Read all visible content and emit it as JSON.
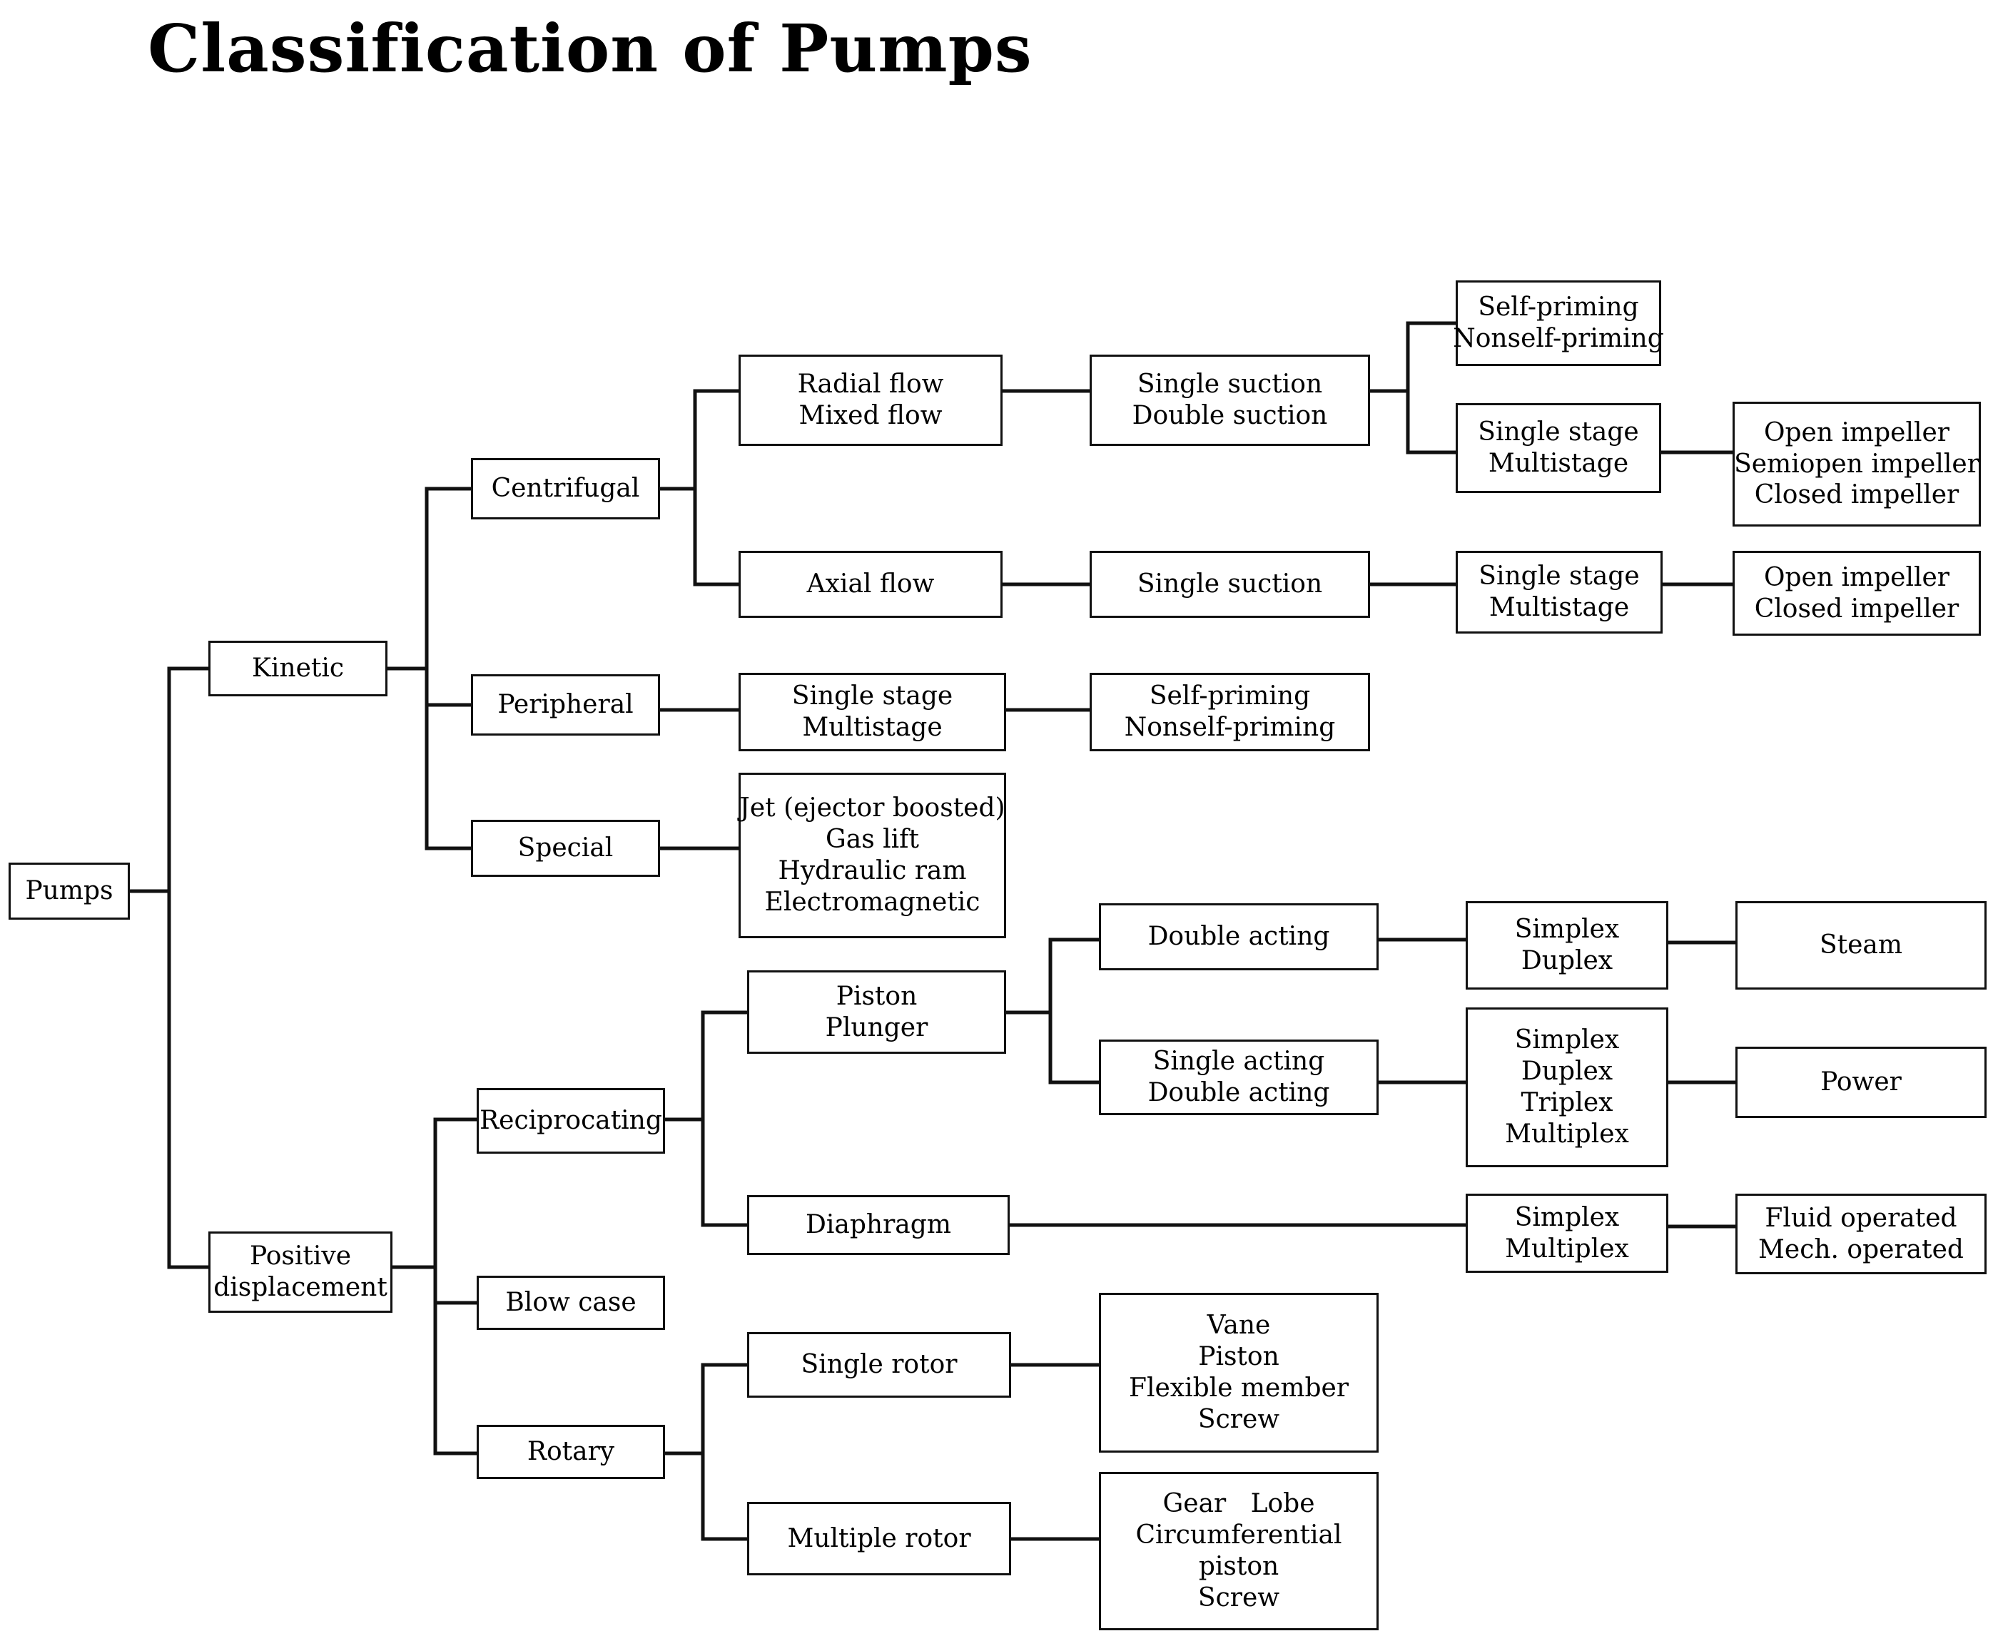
{
  "title": "Classification of Pumps",
  "nodes": {
    "pumps": [
      "Pumps"
    ],
    "kinetic": [
      "Kinetic"
    ],
    "positive_displacement": [
      "Positive",
      "displacement"
    ],
    "centrifugal": [
      "Centrifugal"
    ],
    "peripheral": [
      "Peripheral"
    ],
    "special": [
      "Special"
    ],
    "radial_mixed_flow": [
      "Radial flow",
      "Mixed flow"
    ],
    "axial_flow": [
      "Axial flow"
    ],
    "centrifugal_suction": [
      "Single suction",
      "Double suction"
    ],
    "axial_suction": [
      "Single suction"
    ],
    "priming_centrifugal": [
      "Self-priming",
      "Nonself-priming"
    ],
    "stage_centrifugal": [
      "Single stage",
      "Multistage"
    ],
    "impellers_centrifugal": [
      "Open impeller",
      "Semiopen impeller",
      "Closed impeller"
    ],
    "stage_axial": [
      "Single stage",
      "Multistage"
    ],
    "impellers_axial": [
      "Open impeller",
      "Closed impeller"
    ],
    "stage_peripheral": [
      "Single stage",
      "Multistage"
    ],
    "priming_peripheral": [
      "Self-priming",
      "Nonself-priming"
    ],
    "special_types": [
      "Jet (ejector boosted)",
      "Gas lift",
      "Hydraulic ram",
      "Electromagnetic"
    ],
    "reciprocating": [
      "Reciprocating"
    ],
    "blow_case": [
      "Blow case"
    ],
    "rotary": [
      "Rotary"
    ],
    "piston_plunger": [
      "Piston",
      "Plunger"
    ],
    "diaphragm": [
      "Diaphragm"
    ],
    "double_acting": [
      "Double acting"
    ],
    "single_double_acting": [
      "Single acting",
      "Double acting"
    ],
    "simplex_duplex": [
      "Simplex",
      "Duplex"
    ],
    "simplex_multi": [
      "Simplex",
      "Duplex",
      "Triplex",
      "Multiplex"
    ],
    "steam": [
      "Steam"
    ],
    "power": [
      "Power"
    ],
    "diaphragm_plex": [
      "Simplex",
      "Multiplex"
    ],
    "fluid_mech": [
      "Fluid operated",
      "Mech. operated"
    ],
    "single_rotor": [
      "Single rotor"
    ],
    "multiple_rotor": [
      "Multiple rotor"
    ],
    "single_rotor_types": [
      "Vane",
      "Piston",
      "Flexible member",
      "Screw"
    ],
    "multiple_rotor_types": [
      "Gear   Lobe",
      "Circumferential",
      "piston",
      "Screw"
    ]
  }
}
